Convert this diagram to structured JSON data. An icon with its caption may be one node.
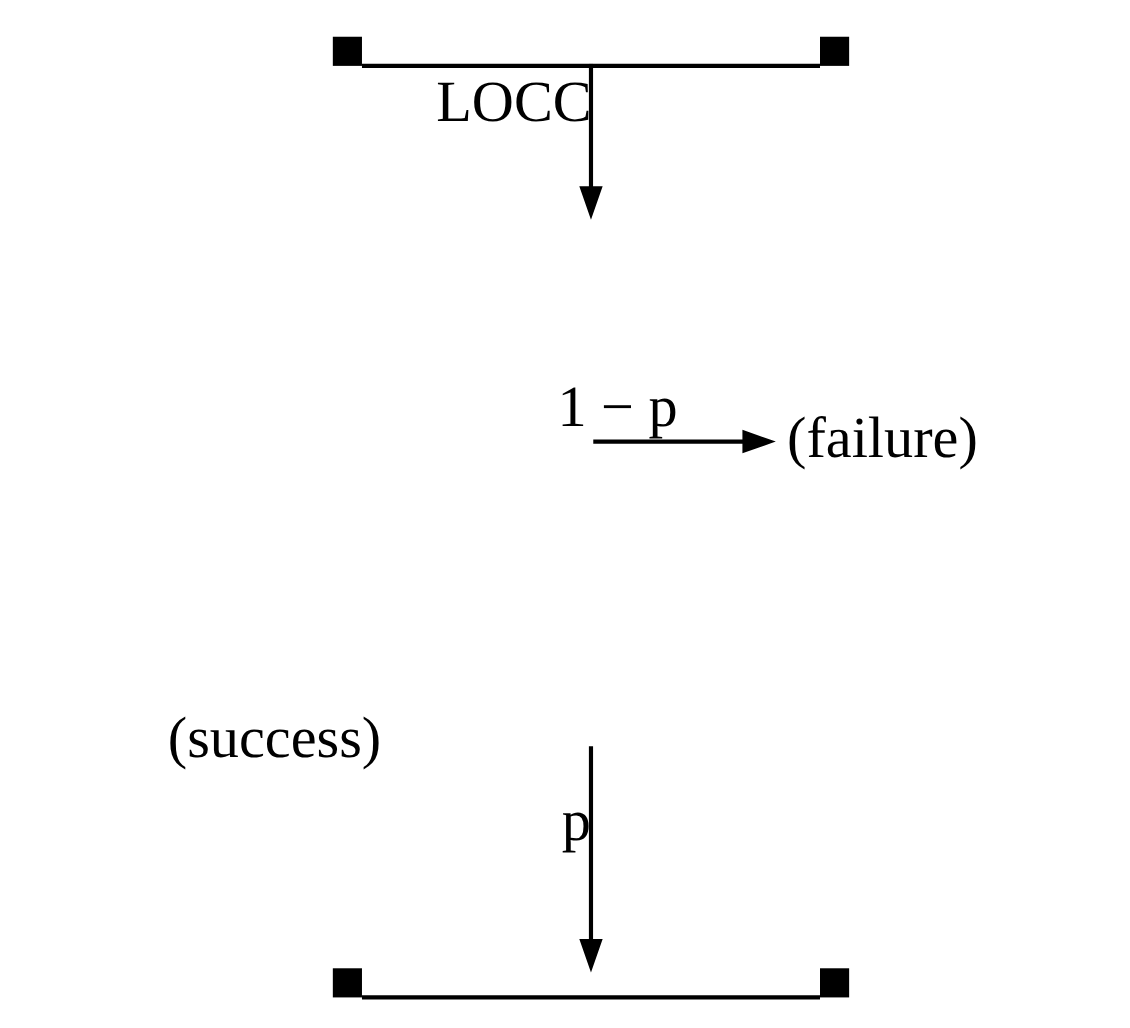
{
  "diagram": {
    "nodes": [
      {
        "text": [],
        "shape": "picture"
      },
      {
        "text": [
          "(failure)"
        ]
      },
      {
        "text": [],
        "shape": "picture"
      }
    ],
    "edges": [
      {
        "from": 0,
        "to": null,
        "arrow": "to",
        "label": "LOCC"
      },
      {
        "from": null,
        "to": 1,
        "arrow": "to",
        "label": "1 − p"
      },
      {
        "from": null,
        "to": 2,
        "arrow": "to",
        "label": "p"
      }
    ],
    "labels": [
      "(success)"
    ]
  }
}
